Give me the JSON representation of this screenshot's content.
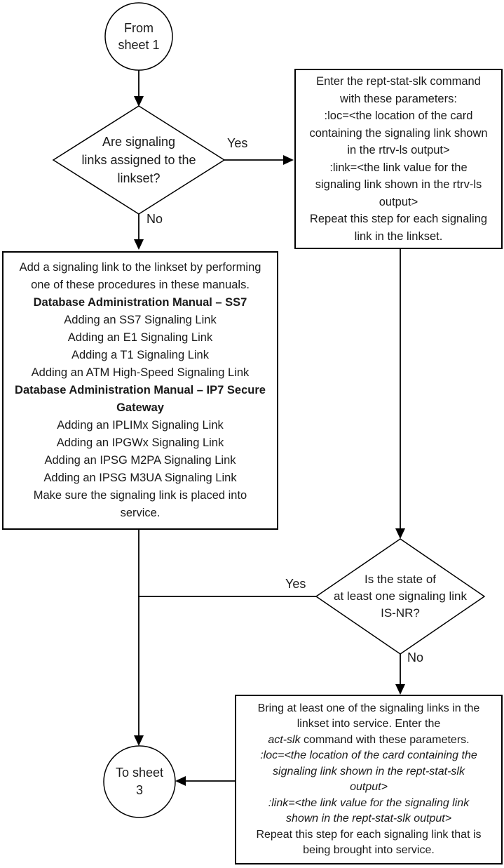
{
  "colors": {
    "stroke": "#000000",
    "text": "#1a1a1a",
    "background": "#ffffff"
  },
  "start_circle": {
    "label": "From\nsheet 1"
  },
  "decision_links_assigned": {
    "question": "Are signaling\nlinks assigned to the\nlinkset?",
    "yes": "Yes",
    "no": "No"
  },
  "rept_stat_slk_box": {
    "lines": [
      "Enter the rept-stat-slk command",
      "with these parameters:",
      ":loc=<the location of the card",
      "containing the signaling link shown",
      "in the rtrv-ls output>",
      ":link=<the link value for the",
      "signaling link shown in the rtrv-ls",
      "output>",
      "Repeat this step for each signaling",
      "link in the linkset."
    ]
  },
  "add_link_box": {
    "lines": [
      [
        {
          "t": "Add a signaling link to the linkset by performing"
        }
      ],
      [
        {
          "t": "one of these procedures in these manuals."
        }
      ],
      [
        {
          "t": "Database Administration Manual – SS7",
          "style": "bold"
        }
      ],
      [
        {
          "t": "Adding an SS7 Signaling Link"
        }
      ],
      [
        {
          "t": "Adding an E1 Signaling Link"
        }
      ],
      [
        {
          "t": "Adding a T1 Signaling Link"
        }
      ],
      [
        {
          "t": "Adding an ATM High-Speed Signaling Link"
        }
      ],
      [
        {
          "t": "Database Administration Manual – IP7 Secure",
          "style": "bold"
        }
      ],
      [
        {
          "t": "Gateway",
          "style": "bold"
        }
      ],
      [
        {
          "t": "Adding an IPLIMx Signaling Link"
        }
      ],
      [
        {
          "t": "Adding an IPGWx Signaling Link"
        }
      ],
      [
        {
          "t": "Adding an IPSG M2PA Signaling Link"
        }
      ],
      [
        {
          "t": "Adding an IPSG M3UA Signaling Link"
        }
      ],
      [
        {
          "t": "Make sure the signaling link is placed into"
        }
      ],
      [
        {
          "t": "service."
        }
      ]
    ]
  },
  "decision_is_nr": {
    "question": "Is the state of\nat least one signaling link\nIS-NR?",
    "yes": "Yes",
    "no": "No"
  },
  "act_slk_box": {
    "lines": [
      [
        {
          "t": "Bring at least one of the signaling links in the"
        }
      ],
      [
        {
          "t": "linkset into service. Enter the"
        }
      ],
      [
        {
          "t": "act-slk",
          "style": "italic"
        },
        {
          "t": " command with these parameters."
        }
      ],
      [
        {
          "t": ":loc=<the location of the card containing the",
          "style": "italic"
        }
      ],
      [
        {
          "t": "signaling link shown in the rept-stat-slk",
          "style": "italic"
        }
      ],
      [
        {
          "t": "output>",
          "style": "italic"
        }
      ],
      [
        {
          "t": ":link=<the link value for the signaling link",
          "style": "italic"
        }
      ],
      [
        {
          "t": "shown in the rept-stat-slk output>",
          "style": "italic"
        }
      ],
      [
        {
          "t": "Repeat this step for each signaling link that is"
        }
      ],
      [
        {
          "t": "being brought into service."
        }
      ]
    ]
  },
  "end_circle": {
    "label": "To sheet\n3"
  }
}
